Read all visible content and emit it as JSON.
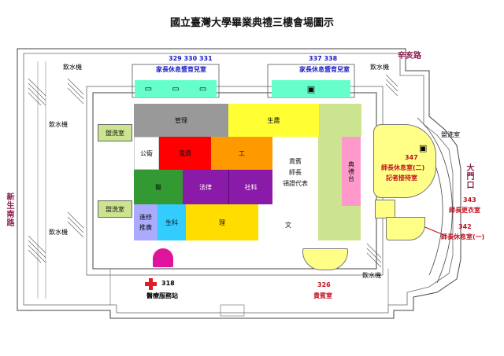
{
  "title": "國立臺灣大學畢業典禮三樓會場圖示",
  "roads": {
    "north": "辛亥路",
    "west": "新生南路",
    "east_gate": "大門口"
  },
  "rooms": {
    "r329_number": "329 330 331",
    "r329_label": "家長休息暨育兒室",
    "r337_number": "337 338",
    "r337_label": "家長休息暨育兒室",
    "r347_number": "347",
    "r347_label1": "師長休息室(二)",
    "r347_label2": "記者接待室",
    "r343_number": "343",
    "r343_label": "師長更衣室",
    "r342_number": "342",
    "r342_label": "師長休息室(一)",
    "r318_number": "318",
    "r318_label": "醫療服務站",
    "r326_number": "326",
    "r326_label": "貴賓室"
  },
  "facilities": {
    "water_nw": "飲水機",
    "water_ne": "飲水機",
    "water_w1": "飲水機",
    "water_w2": "飲水機",
    "water_s": "飲水機",
    "restroom_w1": "盥洗室",
    "restroom_w2": "盥洗室",
    "restroom_e": "盥洗室"
  },
  "zones": {
    "management": "管理",
    "bio_agri": "生農",
    "public_health": "公衛",
    "eecs": "電資",
    "engineering": "工",
    "vip": "貴賓\n師長\n領證代表",
    "stage": "典禮台",
    "medicine": "醫",
    "law": "法律",
    "social_sci": "社科",
    "advanced": "進修\n推廣",
    "life_sci": "生科",
    "science": "理",
    "liberal_arts": "文"
  },
  "colors": {
    "management": "#999999",
    "bio_agri": "#ffff33",
    "light_green": "#cce38f",
    "eecs": "#ff0000",
    "engineering": "#ff9900",
    "medicine": "#339933",
    "law": "#8a1aa8",
    "social_sci": "#8a1aa8",
    "science": "#ffdd00",
    "life_sci": "#33ccff",
    "advanced": "#aaaaff",
    "stage": "#ff99cc",
    "room_yellow": "#ffff88",
    "medical_pink": "#e0139c",
    "cross_red": "#e31b23",
    "cyan_room": "#66ffcc"
  }
}
